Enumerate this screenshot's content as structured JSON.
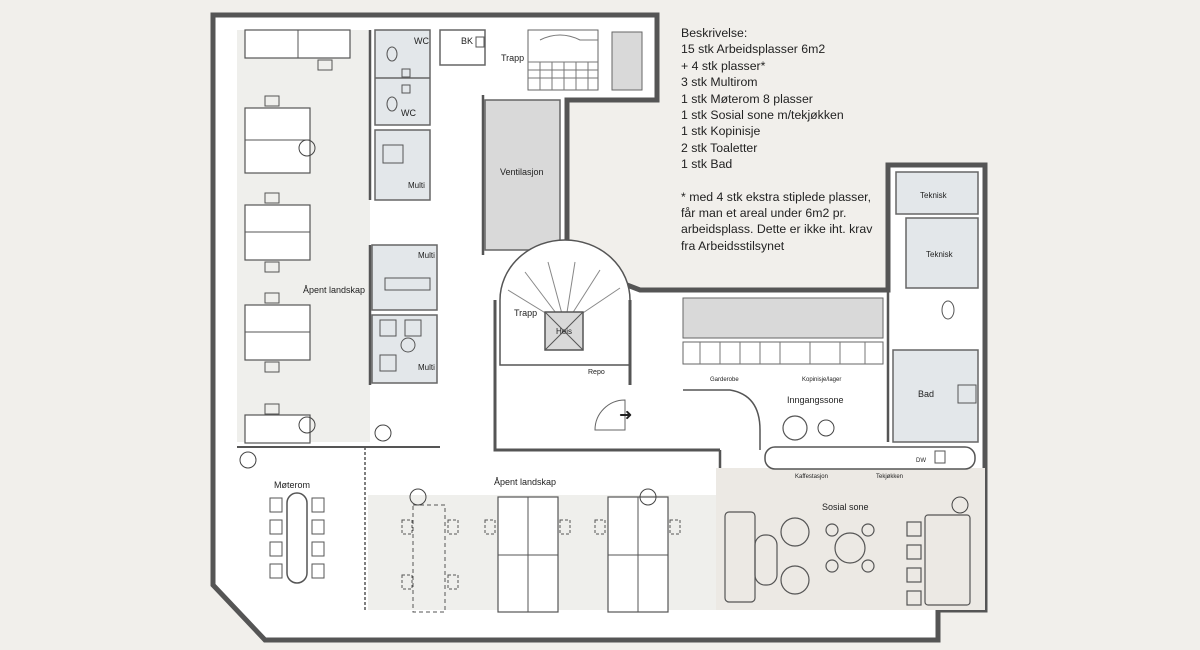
{
  "legend": {
    "heading": "Beskrivelse:",
    "items": [
      "15 stk Arbeidsplasser 6m2",
      "+ 4 stk plasser*",
      "3  stk Multirom",
      "1  stk Møterom 8 plasser",
      "1  stk Sosial sone m/tekjøkken",
      "1  stk Kopinisje",
      "2  stk Toaletter",
      "1  stk Bad"
    ],
    "note_lines": [
      "* med 4 stk ekstra stiplede plasser,",
      "får man et areal under 6m2 pr.",
      "arbeidsplass. Dette er ikke iht. krav",
      "fra Arbeidsstilsynet"
    ]
  },
  "rooms": {
    "wc_top": "WC",
    "wc_bottom": "WC",
    "bk": "BK",
    "trapp_top": "Trapp",
    "ventilasjon": "Ventilasjon",
    "multi_1": "Multi",
    "multi_2": "Multi",
    "multi_3": "Multi",
    "apent_left": "Åpent landskap",
    "apent_bottom": "Åpent landskap",
    "trapp_mid": "Trapp",
    "heis": "Heis",
    "repo": "Repo",
    "moterom": "Møterom",
    "garderobe": "Garderobe",
    "kopinisje_lager": "Kopinisje/lager",
    "inngangssone": "Inngangssone",
    "teknisk_1": "Teknisk",
    "teknisk_2": "Teknisk",
    "bad": "Bad",
    "sosial_sone": "Sosial sone",
    "kaffestasjon": "Kaffestasjon",
    "tekjokken": "Tekjøkken",
    "dw": "DW"
  },
  "colors": {
    "background": "#f1efeb",
    "floor": "#ffffff",
    "open_area": "#efefec",
    "wet_room": "#e3e7ea",
    "shaft": "#d9d9d9",
    "social_zone": "#ece9e4",
    "wall": "#555555"
  }
}
